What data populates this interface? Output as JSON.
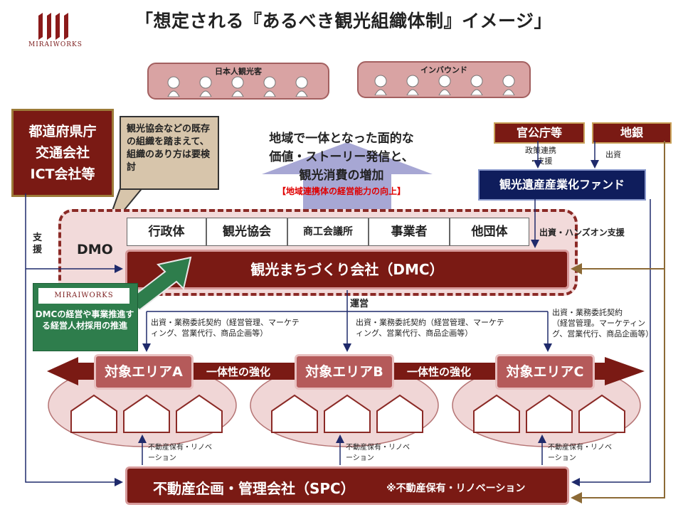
{
  "title": "「想定される『あるべき観光組織体制』イメージ」",
  "logo": "MIRAIWORKS",
  "tourists": {
    "domestic": "日本人観光客",
    "inbound": "インバウンド"
  },
  "left_stakeholders": "都道府県庁\n交通会社\nICT会社等",
  "note_box": "観光協会などの既存の組織を踏まえて、組織のあり方は要検討",
  "center_message": {
    "line1": "地域で一体となった面的な",
    "line2": "価値・ストーリー発信と、",
    "line3": "観光消費の増加",
    "red": "【地域連携体の経営能力の向上】"
  },
  "gov": "官公庁等",
  "bank": "地銀",
  "policy_label": "政策連携\n・支援",
  "investment_label": "出資",
  "fund": "観光遺産産業化ファンド",
  "support_label": "支\n援",
  "dmo": {
    "label": "DMO",
    "members": [
      "行政体",
      "観光協会",
      "商工会議所",
      "事業者",
      "他団体"
    ]
  },
  "hands_on_label": "出資・ハンズオン支援",
  "dmc": "観光まちづくり会社（DMC）",
  "operation_label": "運営",
  "miraiworks_box": {
    "logo": "MIRAIWORKS",
    "text": "DMCの経営や事業推進する経営人材採用の推進"
  },
  "contracts": {
    "a": "出資・業務委託契約（経営管理、マーケティング、営業代行、商品企画等）",
    "b": "出資・業務委託契約（経営管理、マーケティング、営業代行、商品企画等）",
    "c": "出資・業務委託契約\n（経営管理。マーケティング、営業代行、商品企画等）"
  },
  "areas": [
    "対象エリアA",
    "対象エリアB",
    "対象エリアC"
  ],
  "integration_label": "一体性の強化",
  "renovation_label": "不動産保有・リノベーション",
  "spc": {
    "name": "不動産企画・管理会社（SPC）",
    "note": "※不動産保有・リノベーション"
  },
  "colors": {
    "dark_red": "#7a1a14",
    "navy": "#0f1d5c",
    "green": "#2e7d4c",
    "pink": "#f2dada",
    "tan": "#d7c5ab",
    "gold": "#9c7b38"
  }
}
